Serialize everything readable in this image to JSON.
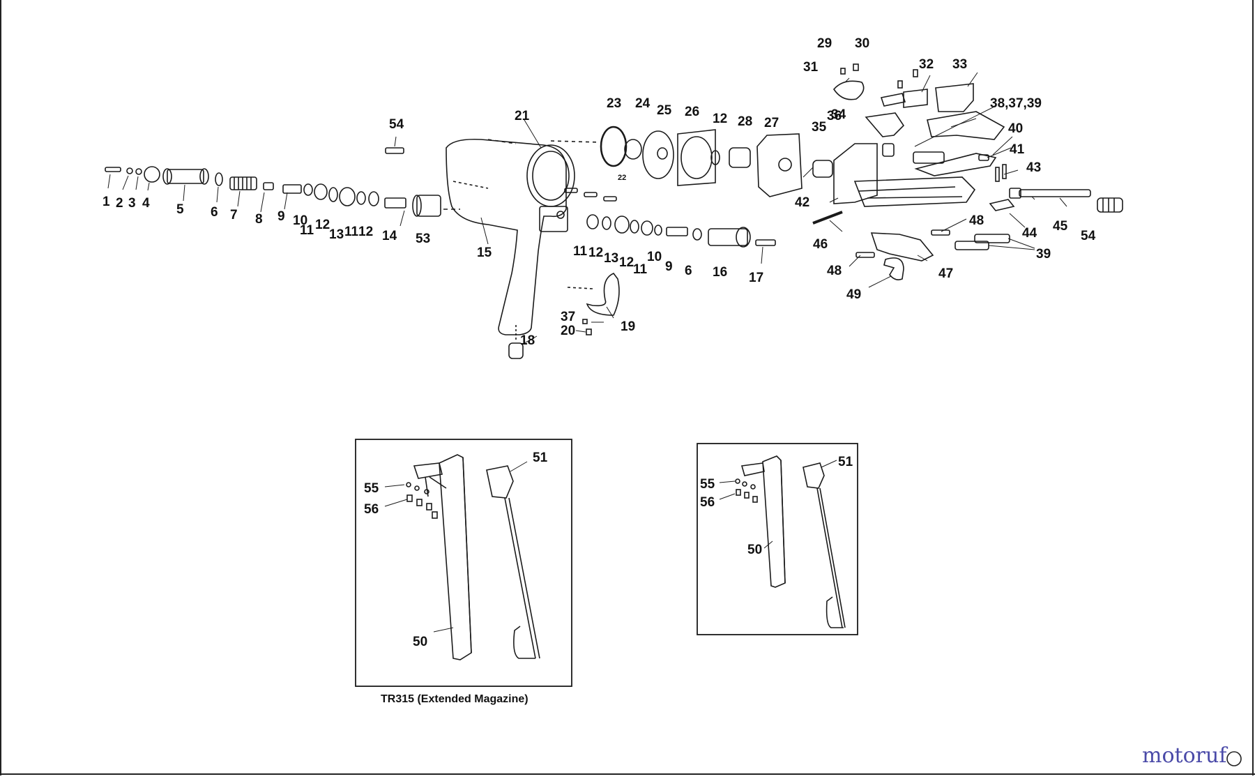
{
  "diagram": {
    "labels": {
      "main": [
        "1",
        "2",
        "3",
        "4",
        "5",
        "6",
        "7",
        "8",
        "9",
        "10",
        "11",
        "12",
        "13",
        "11",
        "12",
        "14",
        "53",
        "54",
        "21",
        "15",
        "18",
        "37",
        "20",
        "19",
        "11",
        "12",
        "13",
        "12",
        "11",
        "10",
        "9",
        "6",
        "16",
        "17",
        "22",
        "23",
        "24",
        "25",
        "26",
        "12",
        "28",
        "27",
        "35",
        "42",
        "46",
        "29",
        "30",
        "31",
        "32",
        "33",
        "36",
        "34",
        "38,37,39",
        "40",
        "41",
        "43",
        "48",
        "44",
        "45",
        "54",
        "39",
        "48",
        "47",
        "49"
      ],
      "inset_a": [
        "51",
        "55",
        "56",
        "50"
      ],
      "inset_b": [
        "51",
        "55",
        "56",
        "50"
      ]
    },
    "caption": "TR315 (Extended Magazine)",
    "watermark": "motoruf"
  }
}
